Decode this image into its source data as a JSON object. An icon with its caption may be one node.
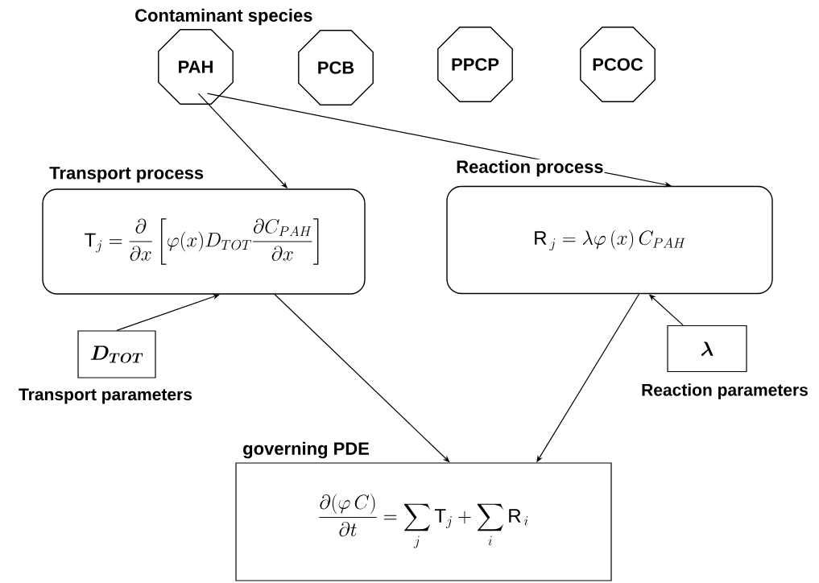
{
  "diagram": {
    "nodes": [
      {
        "text": [
          "PAH"
        ]
      },
      {
        "text": [
          "PCB"
        ]
      },
      {
        "text": [
          "PPCP"
        ]
      },
      {
        "text": [
          "PCOC"
        ]
      },
      {
        "text": [
          "Transport process",
          "\\mathrm{T}_j = \\frac{\\partial}{\\partial x}\\left[\\varphi(x) D_{TOT}\\frac{\\partial C_{PAH}}{\\partial x}\\right]"
        ]
      },
      {
        "text": [
          "Reaction process",
          "\\mathrm{R}_{\\,j} = \\lambda\\varphi\\left(x\\right) C_{PAH}"
        ]
      },
      {
        "text": [
          "\\boldsymbol{D_{TOT}}"
        ],
        "beside": [
          "Transport parameters"
        ]
      },
      {
        "text": [
          "\\boldsymbol{\\lambda}"
        ],
        "beside": [
          "Reaction parameters"
        ]
      },
      {
        "text": [
          "governing PDE",
          "\\frac{\\partial(\\varphi\\, C)}{\\partial t} = \\sum_j \\mathrm{T}_j + \\sum_i \\mathrm{R}_{\\,i}"
        ]
      }
    ],
    "edges": [
      {
        "from": 0,
        "to": 4,
        "arrow": "to"
      },
      {
        "from": 0,
        "to": 5,
        "arrow": "to"
      },
      {
        "from": 6,
        "to": 4,
        "arrow": "to"
      },
      {
        "from": 7,
        "to": 5,
        "arrow": "to"
      },
      {
        "from": 4,
        "to": 8,
        "arrow": "to"
      },
      {
        "from": 5,
        "to": 8,
        "arrow": "to"
      }
    ],
    "labels": [
      "Contaminant species"
    ]
  }
}
